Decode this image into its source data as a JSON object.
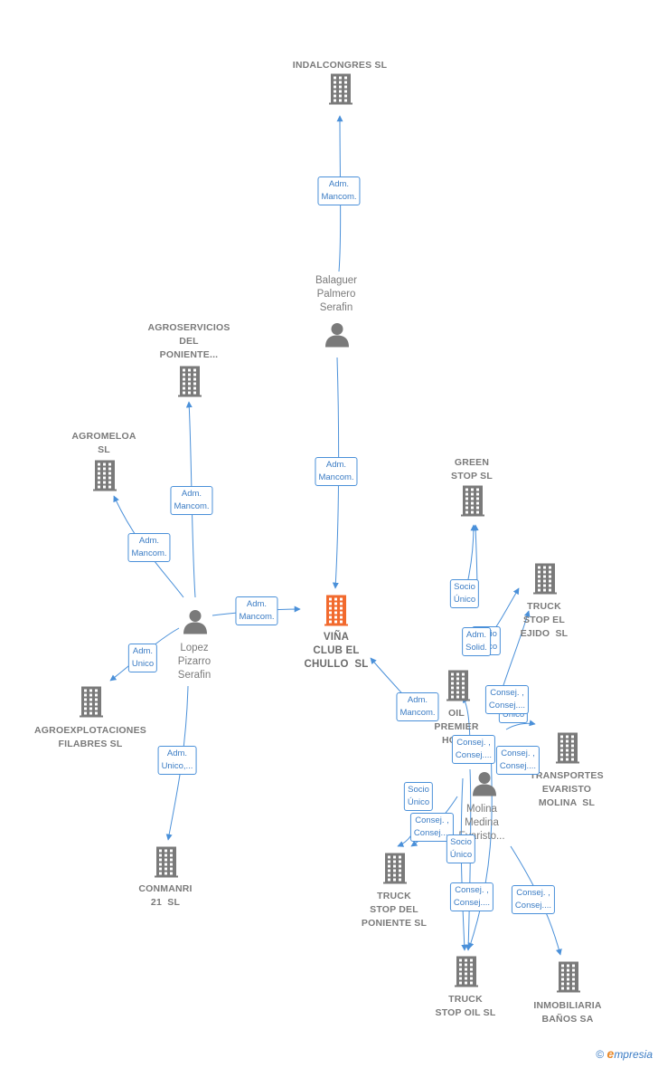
{
  "nodes": [
    {
      "id": "indalcongres",
      "kind": "company",
      "label": "INDALCONGRES SL",
      "icon": "building-icon"
    },
    {
      "id": "balaguer",
      "kind": "person",
      "label": "Balaguer\nPalmero\nSerafin",
      "icon": "person-icon"
    },
    {
      "id": "agroservicios",
      "kind": "company",
      "label": "AGROSERVICIOS\nDEL\nPONIENTE...",
      "icon": "building-icon"
    },
    {
      "id": "agromeloa",
      "kind": "company",
      "label": "AGROMELOA\nSL",
      "icon": "building-icon"
    },
    {
      "id": "lopez",
      "kind": "person",
      "label": "Lopez\nPizarro\nSerafin",
      "icon": "person-icon"
    },
    {
      "id": "vina",
      "kind": "focus",
      "label": "VIÑA\nCLUB EL\nCHULLO  SL",
      "icon": "building-icon"
    },
    {
      "id": "agroexplotaciones",
      "kind": "company",
      "label": "AGROEXPLOTACIONES\nFILABRES SL",
      "icon": "building-icon"
    },
    {
      "id": "conmanri",
      "kind": "company",
      "label": "CONMANRI\n21  SL",
      "icon": "building-icon"
    },
    {
      "id": "greenstop",
      "kind": "company",
      "label": "GREEN\nSTOP SL",
      "icon": "building-icon"
    },
    {
      "id": "truckejido",
      "kind": "company",
      "label": "TRUCK\nSTOP EL\nEJIDO  SL",
      "icon": "building-icon"
    },
    {
      "id": "oilpremier",
      "kind": "company",
      "label": "OIL\nPREMIER\nHOL...",
      "icon": "building-icon"
    },
    {
      "id": "transportes",
      "kind": "company",
      "label": "TRANSPORTES\nEVARISTO\nMOLINA  SL",
      "icon": "building-icon"
    },
    {
      "id": "molina",
      "kind": "person",
      "label": "Molina\nMedina\nEvaristo...",
      "icon": "person-icon"
    },
    {
      "id": "truckponiente",
      "kind": "company",
      "label": "TRUCK\nSTOP DEL\nPONIENTE SL",
      "icon": "building-icon"
    },
    {
      "id": "truckoil",
      "kind": "company",
      "label": "TRUCK\nSTOP OIL SL",
      "icon": "building-icon"
    },
    {
      "id": "inmobiliaria",
      "kind": "company",
      "label": "INMOBILIARIA\nBAÑOS SA",
      "icon": "building-icon"
    }
  ],
  "relations": [
    {
      "label": "Adm.\nMancom."
    },
    {
      "label": "Adm.\nMancom."
    },
    {
      "label": "Adm.\nMancom."
    },
    {
      "label": "Adm.\nMancom."
    },
    {
      "label": "Adm.\nMancom."
    },
    {
      "label": "Adm.\nUnico"
    },
    {
      "label": "Adm.\nUnico,..."
    },
    {
      "label": "Socio\nÚnico"
    },
    {
      "label": "Socio\nÚnico"
    },
    {
      "label": "Adm.\nSolid."
    },
    {
      "label": "Consej. ,\nConsej...."
    },
    {
      "label": "Único"
    },
    {
      "label": "Adm.\nMancom."
    },
    {
      "label": "Consej. ,\nConsej...."
    },
    {
      "label": "Consej. ,\nConsej...."
    },
    {
      "label": "Socio\nÚnico"
    },
    {
      "label": "Consej. ,\nConsej...."
    },
    {
      "label": "Socio\nÚnico"
    },
    {
      "label": "Consej. ,\nConsej...."
    },
    {
      "label": "Consej. ,\nConsej...."
    }
  ],
  "watermark": {
    "symbol": "©",
    "brand_e": "e",
    "brand_rest": "mpresia"
  },
  "colors": {
    "edge": "#4a90d9",
    "node_gray": "#7a7a7a",
    "focus": "#f26a2e",
    "label": "#7a7a7a"
  }
}
